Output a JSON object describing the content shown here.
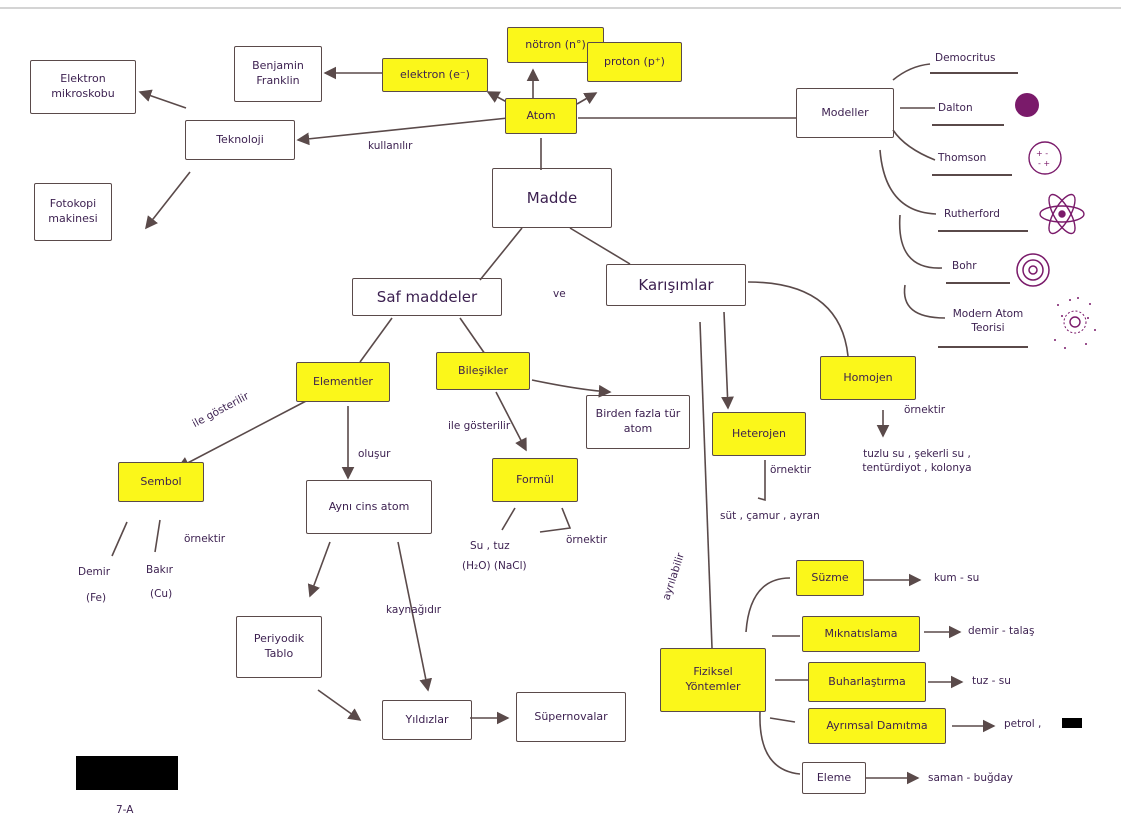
{
  "nodes": {
    "atom": "Atom",
    "madde": "Madde",
    "neutron": "nötron (n°)",
    "proton": "proton (p⁺)",
    "elektron": "elektron (e⁻)",
    "benjamin": "Benjamin Franklin",
    "elektron_mikroskobu": "Elektron mikroskobu",
    "teknoloji": "Teknoloji",
    "fotokopi": "Fotokopi makinesi",
    "modeller": "Modeller",
    "saf": "Saf maddeler",
    "karisimlar": "Karışımlar",
    "elementler": "Elementler",
    "bilesikler": "Bileşikler",
    "birden_fazla": "Birden fazla tür atom",
    "sembol": "Sembol",
    "ayni_cins": "Aynı cins atom",
    "formul": "Formül",
    "periyodik": "Periyodik Tablo",
    "yildizlar": "Yıldızlar",
    "supernovalar": "Süpernovalar",
    "heterojen": "Heterojen",
    "homojen": "Homojen",
    "fiziksel": "Fiziksel Yöntemler",
    "suzme": "Süzme",
    "miknatis": "Mıknatıslama",
    "buharlastirma": "Buharlaştırma",
    "damitma": "Ayrımsal Damıtma",
    "eleme": "Eleme"
  },
  "models": [
    "Democritus",
    "Dalton",
    "Thomson",
    "Rutherford",
    "Bohr",
    "Modern Atom Teorisi"
  ],
  "edge_labels": {
    "kullanilir": "kullanılır",
    "ve": "ve",
    "ile_gosterilir_1": "ile gösterilir",
    "ile_gosterilir_2": "ile gösterilir",
    "olusur": "oluşur",
    "kaynagidir": "kaynağıdır",
    "ornektir_1": "örnektir",
    "ornektir_2": "örnektir",
    "ornektir_3": "örnektir",
    "ornektir_4": "örnektir",
    "ayrilabilir": "ayrılabilir"
  },
  "examples": {
    "demir": "Demir",
    "fe": "(Fe)",
    "bakir": "Bakır",
    "cu": "(Cu)",
    "su_tuz": "Su , tuz",
    "h2o_nacl": "(H₂O) (NaCl)",
    "heterojen_ornek": "süt , çamur , ayran",
    "homojen_ornek": "tuzlu su , şekerli su , tentürdiyot , kolonya",
    "suzme_ornek": "kum - su",
    "miknatis_ornek": "demir - talaş",
    "buhar_ornek": "tuz - su",
    "damitma_ornek": "petrol ,",
    "eleme_ornek": "saman - buğday"
  },
  "footer": "7-A",
  "colors": {
    "highlight": "#fbf71a",
    "ink": "#3b1f4f",
    "box": "#5a4a4a",
    "atom_purple": "#7a1a6a"
  }
}
